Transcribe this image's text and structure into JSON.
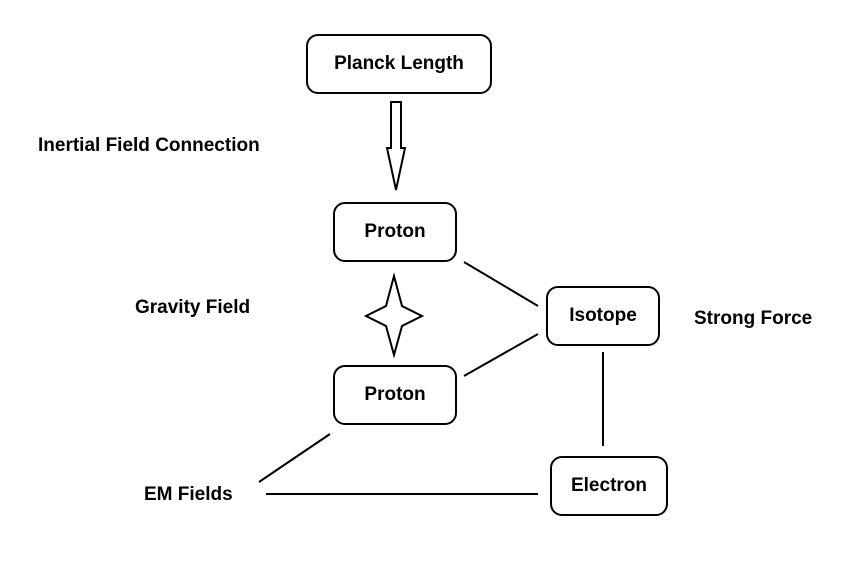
{
  "nodes": {
    "planck_length": "Planck Length",
    "proton_top": "Proton",
    "proton_bottom": "Proton",
    "isotope": "Isotope",
    "electron": "Electron"
  },
  "labels": {
    "inertial": "Inertial Field Connection",
    "gravity": "Gravity Field",
    "strong": "Strong Force",
    "em": "EM Fields"
  },
  "colors": {
    "stroke": "#000000",
    "background": "#ffffff"
  },
  "icons": {
    "arrow": "hollow-down-arrow-icon",
    "star": "four-point-star-icon"
  }
}
